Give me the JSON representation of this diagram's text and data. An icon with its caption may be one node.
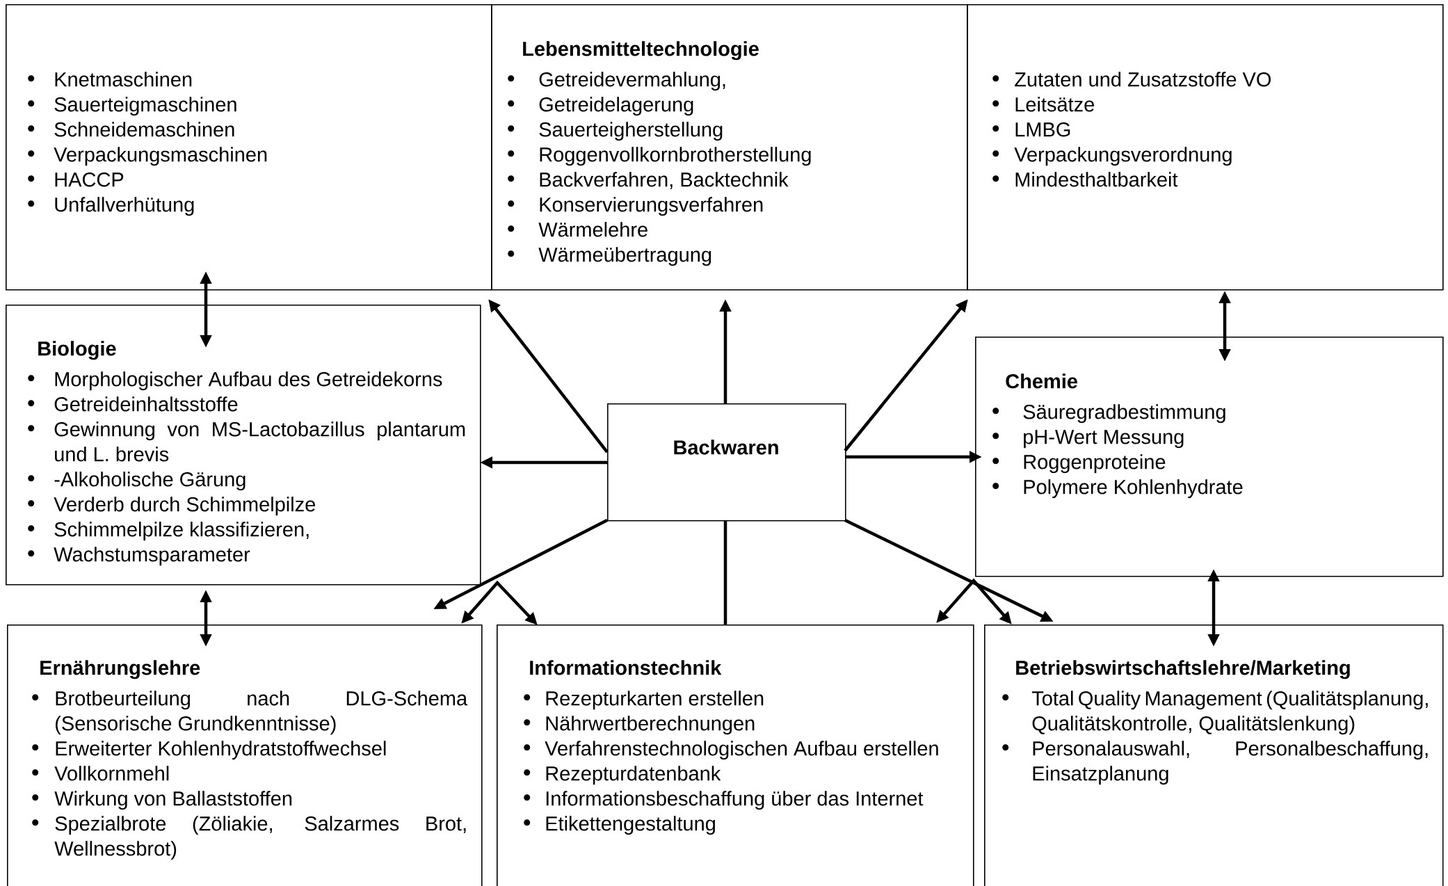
{
  "diagram": {
    "nodes": [
      {
        "text": [
          "Knetmaschinen",
          "Sauerteigmaschinen",
          "Schneidemaschinen",
          "Verpackungsmaschinen",
          "HACCP",
          "Unfallverhütung"
        ]
      },
      {
        "text": [
          "Lebensmitteltechnologie",
          "Getreidevermahlung,",
          "Getreidelagerung",
          "Sauerteigherstellung",
          "Roggenvollkornbrotherstellung",
          "Backverfahren, Backtechnik",
          "Konservierungsverfahren",
          "Wärmelehre",
          "Wärmeübertragung"
        ]
      },
      {
        "text": [
          "Zutaten und Zusatzstoffe VO",
          "Leitsätze",
          "LMBG",
          "Verpackungsverordnung",
          "Mindesthaltbarkeit"
        ]
      },
      {
        "text": [
          "Biologie",
          "Morphologischer Aufbau des Getreidekorns",
          "Getreideinhaltsstoffe",
          "Gewinnung von MS-Lactobazillus plantarum und L. brevis",
          "-Alkoholische Gärung",
          "Verderb durch Schimmelpilze",
          "Schimmelpilze klassifizieren,",
          "Wachstumsparameter"
        ]
      },
      {
        "text": [
          "Backwaren"
        ]
      },
      {
        "text": [
          "Chemie",
          "Säuregradbestimmung",
          "pH-Wert Messung",
          "Roggenproteine",
          "Polymere Kohlenhydrate"
        ]
      },
      {
        "text": [
          "Ernährungslehre",
          "Brotbeurteilung nach DLG-Schema (Sensorische Grundkenntnisse)",
          "Erweiterter Kohlenhydratstoffwechsel",
          "Vollkornmehl",
          "Wirkung von Ballaststoffen",
          "Spezialbrote (Zöliakie, Salzarmes Brot, Wellnessbrot)"
        ]
      },
      {
        "text": [
          "Informationstechnik",
          "Rezepturkarten erstellen",
          "Nährwertberechnungen",
          "Verfahrenstechnologischen Aufbau erstellen",
          "Rezepturdatenbank",
          "Informationsbeschaffung über das Internet",
          "Etikettengestaltung"
        ]
      },
      {
        "text": [
          "Betriebswirtschaftslehre/Marketing",
          "Total Quality Management (Qualitätsplanung, Qualitätskontrolle, Qualitätslenkung)",
          "Personalauswahl, Personalbeschaffung, Einsatzplanung"
        ]
      }
    ],
    "edges": [
      {
        "from": 0,
        "to": 3,
        "arrow": "both"
      },
      {
        "from": 4,
        "to": 0,
        "arrow": "to"
      },
      {
        "from": 4,
        "to": 1,
        "arrow": "to"
      },
      {
        "from": 4,
        "to": 2,
        "arrow": "to"
      },
      {
        "from": 2,
        "to": 5,
        "arrow": "both"
      },
      {
        "from": 4,
        "to": 3,
        "arrow": "to"
      },
      {
        "from": 4,
        "to": 5,
        "arrow": "to"
      },
      {
        "from": 3,
        "to": 6,
        "arrow": "both"
      },
      {
        "from": 4,
        "to": 6,
        "arrow": "to"
      },
      {
        "from": 6,
        "to": 7,
        "arrow": "both"
      },
      {
        "from": 4,
        "to": 7,
        "arrow": "none"
      },
      {
        "from": 4,
        "to": 8,
        "arrow": "to"
      },
      {
        "from": 7,
        "to": 8,
        "arrow": "both"
      },
      {
        "from": 5,
        "to": 8,
        "arrow": "both"
      }
    ]
  }
}
